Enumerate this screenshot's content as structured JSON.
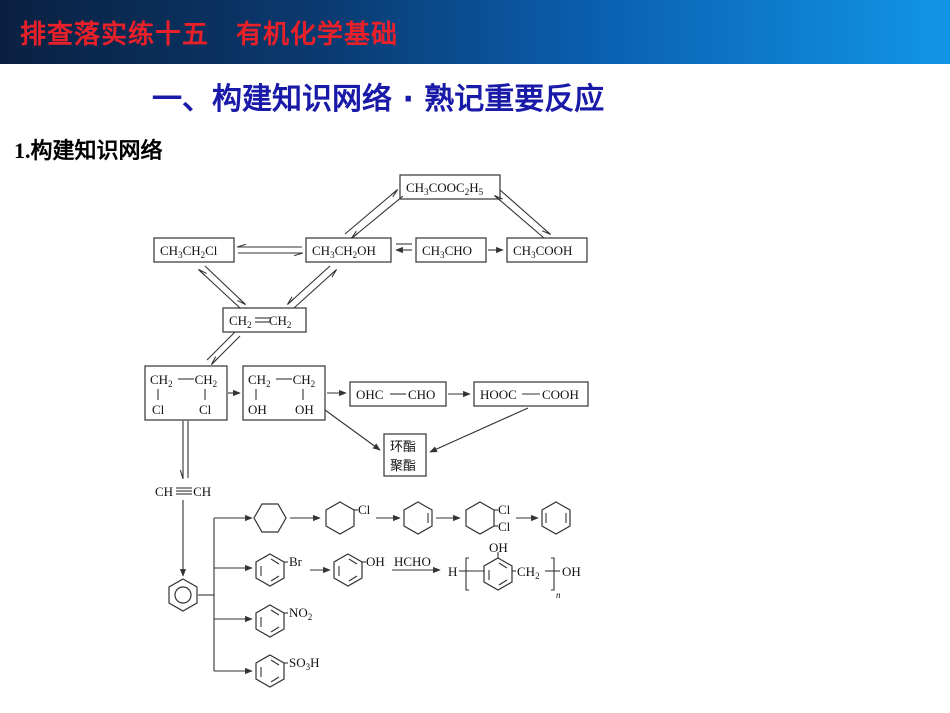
{
  "header": {
    "title": "排查落实练十五　有机化学基础"
  },
  "section": {
    "title": "一、构建知识网络 · 熟记重要反应"
  },
  "subsection": {
    "num": "1.",
    "title": "构建知识网络"
  },
  "diagram": {
    "ethyl_acetate": {
      "p1": "CH",
      "s1": "3",
      "p2": "COOC",
      "s2": "2",
      "p3": "H",
      "s3": "5"
    },
    "chloroethane": {
      "p1": "CH",
      "s1": "3",
      "p2": "CH",
      "s2": "2",
      "p3": "Cl"
    },
    "ethanol": {
      "p1": "CH",
      "s1": "3",
      "p2": "CH",
      "s2": "2",
      "p3": "OH"
    },
    "acetaldehyde": {
      "p1": "CH",
      "s1": "3",
      "p2": "CHO"
    },
    "acetic_acid": {
      "p1": "CH",
      "s1": "3",
      "p2": "COOH"
    },
    "ethylene": {
      "p1": "CH",
      "s1": "2",
      "p2": "CH",
      "s2": "2"
    },
    "dichloroethane": {
      "top_a": "CH",
      "top_a_sub": "2",
      "top_b": "CH",
      "top_b_sub": "2",
      "bot_a": "Cl",
      "bot_b": "Cl"
    },
    "ethylene_glycol": {
      "top_a": "CH",
      "top_a_sub": "2",
      "top_b": "CH",
      "top_b_sub": "2",
      "bot_a": "OH",
      "bot_b": "OH"
    },
    "glyoxal": {
      "a": "OHC",
      "b": "CHO"
    },
    "oxalic_acid": {
      "a": "HOOC",
      "b": "COOH"
    },
    "esters": {
      "line1": "环酯",
      "line2": "聚酯"
    },
    "acetylene": {
      "a": "CH",
      "b": "CH"
    },
    "substituents": {
      "cl": "Cl",
      "cl_a": "Cl",
      "cl_b": "Cl",
      "br": "Br",
      "oh": "OH",
      "no2_main": "NO",
      "no2_sub": "2",
      "so3h_a": "SO",
      "so3h_sub": "3",
      "so3h_b": "H"
    },
    "resin": {
      "reagent": "HCHO",
      "h": "H",
      "oh_top": "OH",
      "ch2": "CH",
      "ch2_sub": "2",
      "n": "n",
      "oh_end": "OH"
    }
  }
}
